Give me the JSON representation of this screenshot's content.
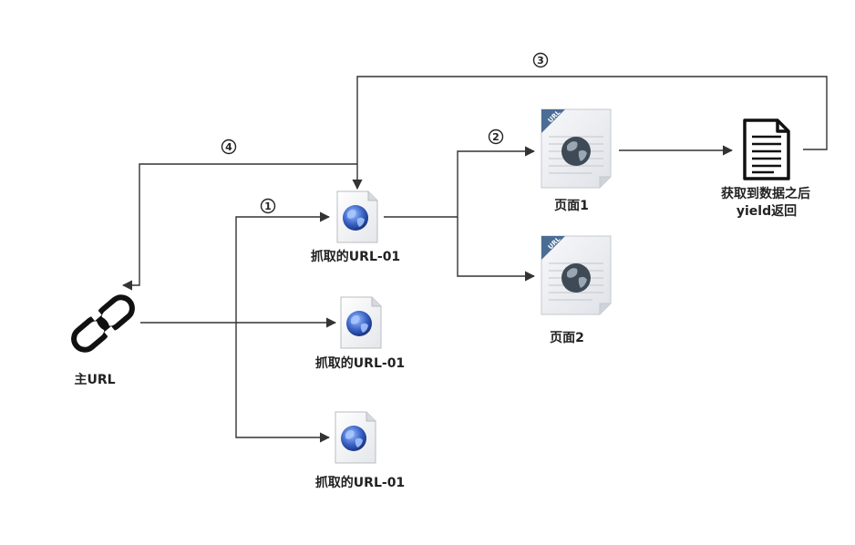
{
  "nodes": {
    "main_url_label": "主URL",
    "crawled_url_1_label": "抓取的URL-01",
    "crawled_url_2_label": "抓取的URL-01",
    "crawled_url_3_label": "抓取的URL-01",
    "page1_label": "页面1",
    "page2_label": "页面2",
    "result_label_line1": "获取到数据之后",
    "result_label_line2": "yield返回"
  },
  "steps": {
    "step1": "1",
    "step2": "2",
    "step3": "3",
    "step4": "4"
  },
  "icons": {
    "main_url": "link-icon",
    "crawled_url": "web-page-icon",
    "page": "url-document-icon",
    "result": "text-document-icon"
  },
  "colors": {
    "line": "#333333",
    "globe_dark": "#1e3f99",
    "globe_light": "#6f97e8",
    "doc_blue": "#4a6d96"
  }
}
